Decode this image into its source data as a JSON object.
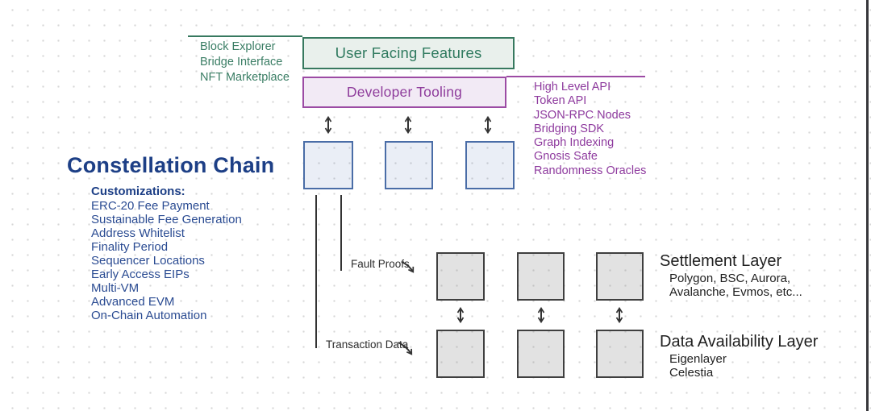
{
  "user_facing": {
    "label": "User Facing Features",
    "items": [
      "Block Explorer",
      "Bridge Interface",
      "NFT Marketplace"
    ]
  },
  "developer_tooling": {
    "label": "Developer Tooling",
    "items": [
      "High Level API",
      "Token API",
      "JSON-RPC Nodes",
      "Bridging SDK",
      "Graph Indexing",
      "Gnosis Safe",
      "Randomness Oracles"
    ]
  },
  "chain": {
    "title": "Constellation Chain",
    "customizations_header": "Customizations:",
    "customizations": [
      "ERC-20 Fee Payment",
      "Sustainable Fee Generation",
      "Address Whitelist",
      "Finality Period",
      "Sequencer Locations",
      "Early Access EIPs",
      "Multi-VM",
      "Advanced EVM",
      "On-Chain Automation"
    ]
  },
  "connectors": {
    "fault_proofs_label": "Fault Proofs",
    "transaction_data_label": "Transaction Data"
  },
  "settlement_layer": {
    "title": "Settlement Layer",
    "description_lines": [
      "Polygon, BSC, Aurora,",
      "Avalanche, Evmos, etc..."
    ]
  },
  "data_availability_layer": {
    "title": "Data Availability Layer",
    "items": [
      "Eigenlayer",
      "Celestia"
    ]
  },
  "colors": {
    "green": "#37795f",
    "green_fill": "#e9f0ec",
    "purple": "#9c4ba4",
    "purple_fill": "#f2eaf5",
    "blue_border": "#4a6da7",
    "blue_text": "#1d3f86",
    "gray_border": "#3f3f3f",
    "arrow": "#333333"
  }
}
